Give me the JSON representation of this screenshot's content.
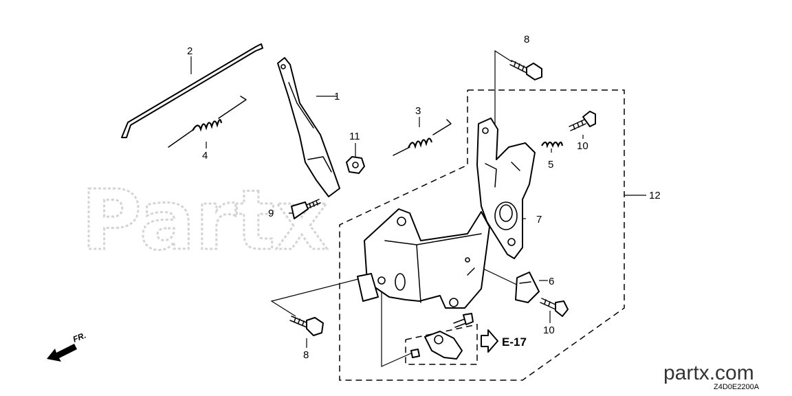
{
  "diagram": {
    "watermark": "Partx",
    "callouts": {
      "c1": "1",
      "c2": "2",
      "c3": "3",
      "c4": "4",
      "c5": "5",
      "c6": "6",
      "c7": "7",
      "c8a": "8",
      "c8b": "8",
      "c9": "9",
      "c10a": "10",
      "c10b": "10",
      "c11": "11",
      "c12": "12"
    },
    "reference": "E-17",
    "front_label": "FR.",
    "brand": "partx.com",
    "diagram_code": "Z4D0E2200A"
  }
}
